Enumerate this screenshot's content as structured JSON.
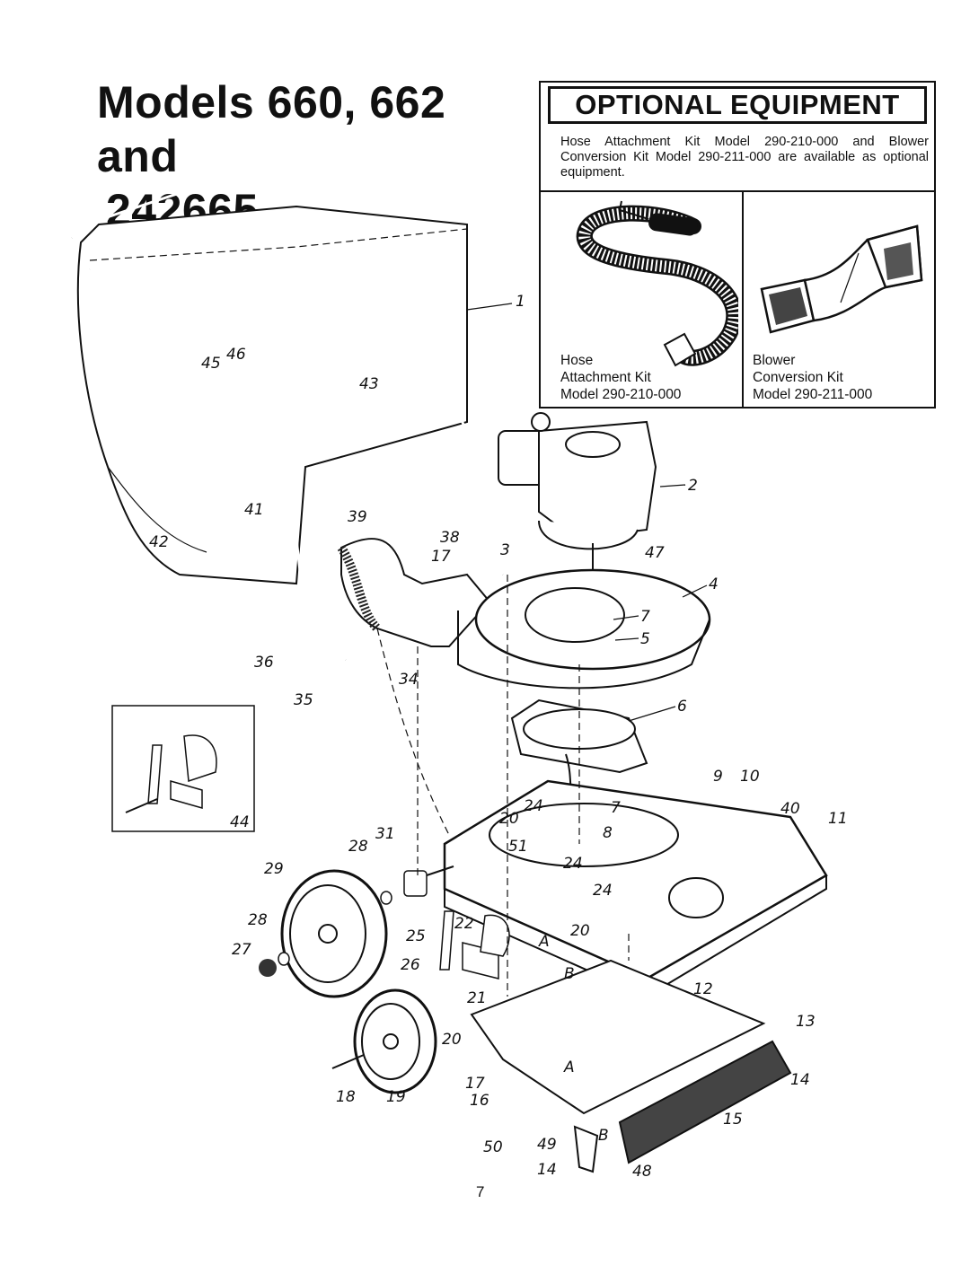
{
  "title": {
    "line1": "Models 660, 662 and",
    "line2": "242665"
  },
  "optional_equipment": {
    "heading": "OPTIONAL EQUIPMENT",
    "description": "Hose Attachment Kit Model 290-210-000 and Blower Conversion Kit Model 290-211-000 are available as optional equipment.",
    "hose_kit": {
      "line1": "Hose",
      "line2": "Attachment Kit",
      "line3": "Model 290-210-000"
    },
    "blower_kit": {
      "line1": "Blower",
      "line2": "Conversion Kit",
      "line3": "Model 290-211-000"
    }
  },
  "callouts": {
    "c1": "1",
    "c2": "2",
    "c3": "3",
    "c4": "4",
    "c5": "5",
    "c6": "6",
    "c7a": "7",
    "c7b": "7",
    "c8": "8",
    "c9": "9",
    "c10": "10",
    "c11": "11",
    "c12": "12",
    "c13": "13",
    "c14a": "14",
    "c14b": "14",
    "c15": "15",
    "c16": "16",
    "c17a": "17",
    "c17b": "17",
    "c18": "18",
    "c19": "19",
    "c20a": "20",
    "c20b": "20",
    "c20c": "20",
    "c21": "21",
    "c22": "22",
    "c24a": "24",
    "c24b": "24",
    "c24c": "24",
    "c25": "25",
    "c26": "26",
    "c27": "27",
    "c28a": "28",
    "c28b": "28",
    "c29": "29",
    "c31": "31",
    "c34": "34",
    "c35": "35",
    "c36": "36",
    "c38": "38",
    "c39": "39",
    "c40": "40",
    "c41": "41",
    "c42": "42",
    "c43": "43",
    "c44": "44",
    "c45": "45",
    "c46": "46",
    "c47": "47",
    "c48": "48",
    "c49": "49",
    "c50": "50",
    "c51": "51",
    "cA1": "A",
    "cA2": "A",
    "cB1": "B",
    "cB2": "B"
  },
  "page_number": "7"
}
